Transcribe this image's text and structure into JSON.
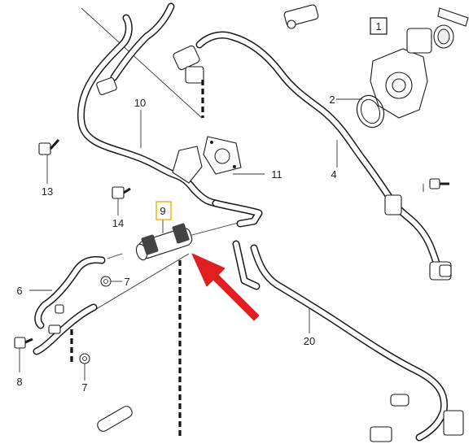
{
  "diagram": {
    "callouts": {
      "c1": "1",
      "c2": "2",
      "c4": "4",
      "c6": "6",
      "c7a": "7",
      "c7b": "7",
      "c8": "8",
      "c9": "9",
      "c10": "10",
      "c11": "11",
      "c13": "13",
      "c14": "14",
      "c20": "20"
    },
    "colors": {
      "line": "#1a1a1a",
      "highlight_box": "#f0b400",
      "arrow": "#e02020",
      "background": "#ffffff"
    }
  }
}
